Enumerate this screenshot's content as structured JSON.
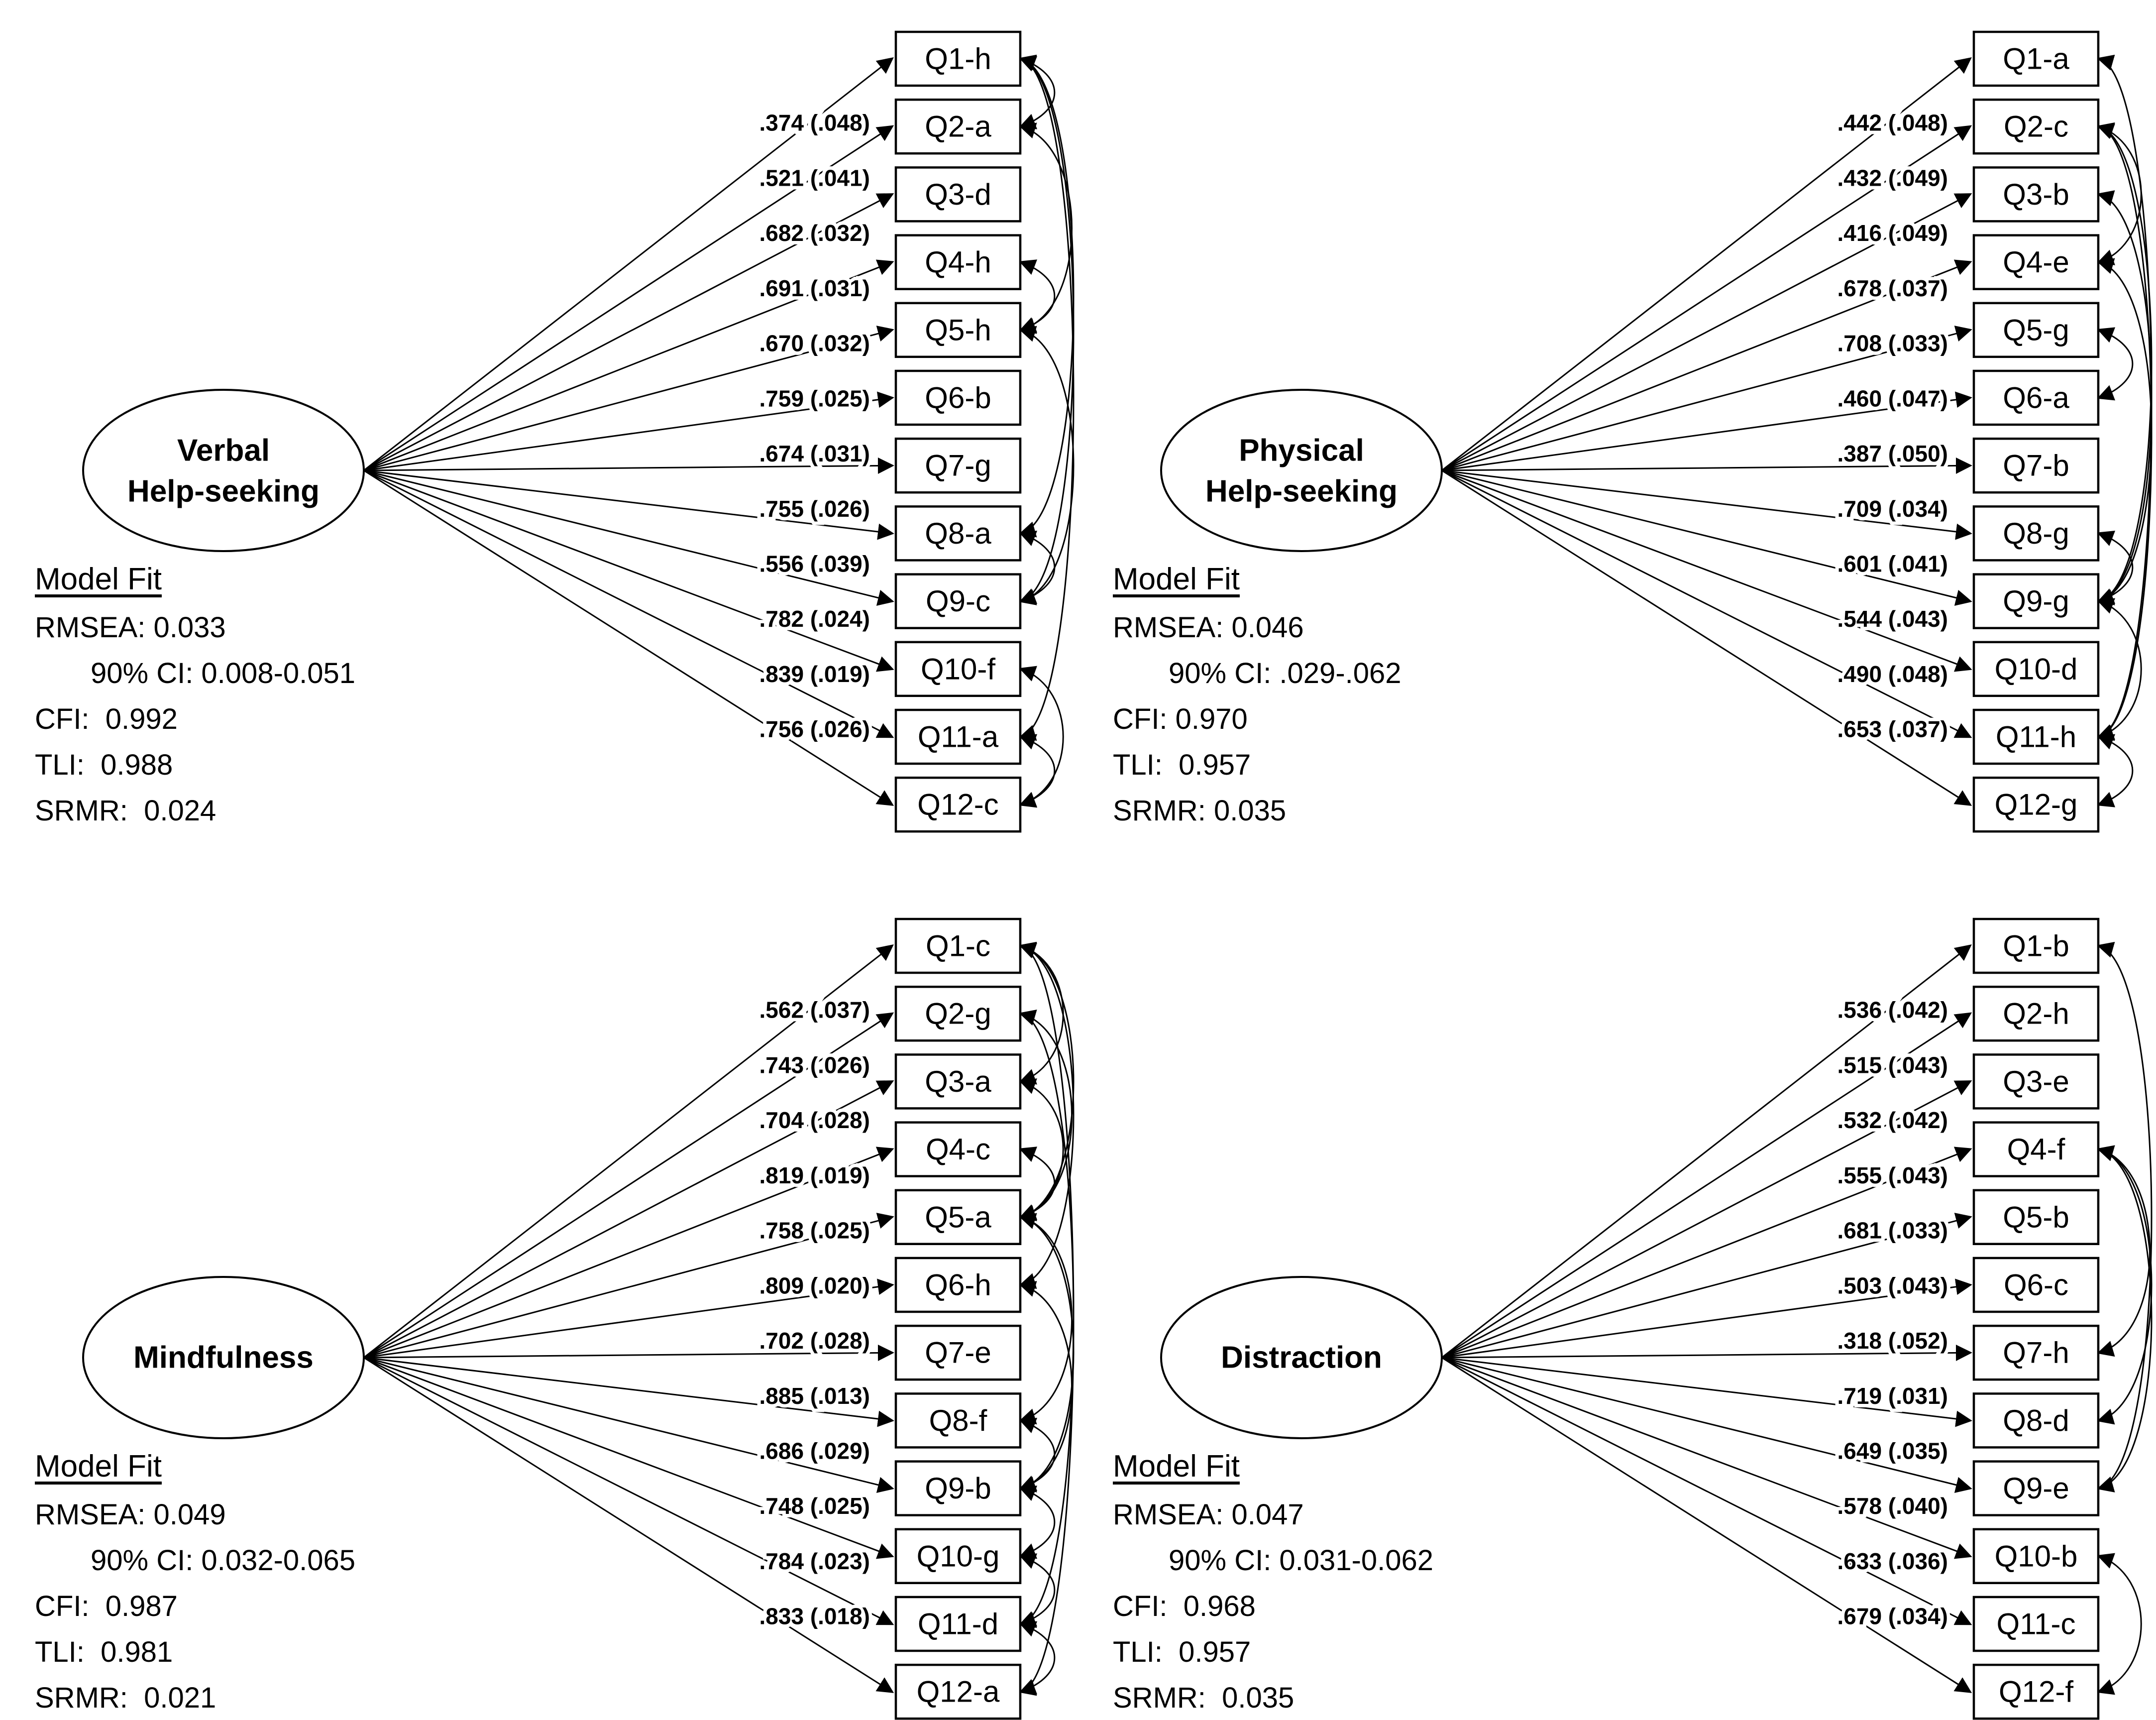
{
  "figure": {
    "background_color": "#ffffff",
    "ink_color": "#000000",
    "panel_count": 4
  },
  "models": [
    {
      "factor": "Verbal Help-seeking",
      "factor_lines": [
        "Verbal",
        "Help-seeking"
      ],
      "model_fit": {
        "title": "Model Fit",
        "rmsea": "RMSEA: 0.033",
        "ci": "90% CI: 0.008-0.051",
        "cfi": "CFI:  0.992",
        "tli": "TLI:  0.988",
        "srmr": "SRMR:  0.024"
      },
      "items": [
        {
          "label": "Q1-h",
          "loading": ".374 (.048)"
        },
        {
          "label": "Q2-a",
          "loading": ".521 (.041)"
        },
        {
          "label": "Q3-d",
          "loading": ".682 (.032)"
        },
        {
          "label": "Q4-h",
          "loading": ".691 (.031)"
        },
        {
          "label": "Q5-h",
          "loading": ".670 (.032)"
        },
        {
          "label": "Q6-b",
          "loading": ".759 (.025)"
        },
        {
          "label": "Q7-g",
          "loading": ".674 (.031)"
        },
        {
          "label": "Q8-a",
          "loading": ".755 (.026)"
        },
        {
          "label": "Q9-c",
          "loading": ".556 (.039)"
        },
        {
          "label": "Q10-f",
          "loading": ".782 (.024)"
        },
        {
          "label": "Q11-a",
          "loading": ".839 (.019)"
        },
        {
          "label": "Q12-c",
          "loading": ".756 (.026)"
        }
      ],
      "residual_arcs": [
        [
          0,
          1
        ],
        [
          1,
          4
        ],
        [
          3,
          4
        ],
        [
          0,
          7
        ],
        [
          0,
          8
        ],
        [
          4,
          8
        ],
        [
          7,
          8
        ],
        [
          0,
          10
        ],
        [
          9,
          11
        ],
        [
          10,
          11
        ]
      ]
    },
    {
      "factor": "Physical Help-seeking",
      "factor_lines": [
        "Physical",
        "Help-seeking"
      ],
      "model_fit": {
        "title": "Model Fit",
        "rmsea": "RMSEA: 0.046",
        "ci": "90% CI: .029-.062",
        "cfi": "CFI: 0.970",
        "tli": "TLI:  0.957",
        "srmr": "SRMR: 0.035"
      },
      "items": [
        {
          "label": "Q1-a",
          "loading": ".442 (.048)"
        },
        {
          "label": "Q2-c",
          "loading": ".432 (.049)"
        },
        {
          "label": "Q3-b",
          "loading": ".416 (.049)"
        },
        {
          "label": "Q4-e",
          "loading": ".678 (.037)"
        },
        {
          "label": "Q5-g",
          "loading": ".708 (.033)"
        },
        {
          "label": "Q6-a",
          "loading": ".460 (.047)"
        },
        {
          "label": "Q7-b",
          "loading": ".387 (.050)"
        },
        {
          "label": "Q8-g",
          "loading": ".709 (.034)"
        },
        {
          "label": "Q9-g",
          "loading": ".601 (.041)"
        },
        {
          "label": "Q10-d",
          "loading": ".544 (.043)"
        },
        {
          "label": "Q11-h",
          "loading": ".490 (.048)"
        },
        {
          "label": "Q12-g",
          "loading": ".653 (.037)"
        }
      ],
      "residual_arcs": [
        [
          0,
          10
        ],
        [
          1,
          3
        ],
        [
          1,
          8
        ],
        [
          2,
          8
        ],
        [
          4,
          5
        ],
        [
          3,
          8
        ],
        [
          7,
          8
        ],
        [
          1,
          10
        ],
        [
          8,
          10
        ],
        [
          10,
          11
        ]
      ]
    },
    {
      "factor": "Mindfulness",
      "factor_lines": [
        "Mindfulness"
      ],
      "model_fit": {
        "title": "Model Fit",
        "rmsea": "RMSEA: 0.049",
        "ci": "90% CI: 0.032-0.065",
        "cfi": "CFI:  0.987",
        "tli": "TLI:  0.981",
        "srmr": "SRMR:  0.021"
      },
      "items": [
        {
          "label": "Q1-c",
          "loading": ".562 (.037)"
        },
        {
          "label": "Q2-g",
          "loading": ".743 (.026)"
        },
        {
          "label": "Q3-a",
          "loading": ".704 (.028)"
        },
        {
          "label": "Q4-c",
          "loading": ".819 (.019)"
        },
        {
          "label": "Q5-a",
          "loading": ".758 (.025)"
        },
        {
          "label": "Q6-h",
          "loading": ".809 (.020)"
        },
        {
          "label": "Q7-e",
          "loading": ".702 (.028)"
        },
        {
          "label": "Q8-f",
          "loading": ".885 (.013)"
        },
        {
          "label": "Q9-b",
          "loading": ".686 (.029)"
        },
        {
          "label": "Q10-g",
          "loading": ".748 (.025)"
        },
        {
          "label": "Q11-d",
          "loading": ".784 (.023)"
        },
        {
          "label": "Q12-a",
          "loading": ".833 (.018)"
        }
      ],
      "residual_arcs": [
        [
          0,
          2
        ],
        [
          0,
          4
        ],
        [
          1,
          4
        ],
        [
          2,
          4
        ],
        [
          3,
          4
        ],
        [
          0,
          5
        ],
        [
          4,
          7
        ],
        [
          4,
          8
        ],
        [
          5,
          8
        ],
        [
          7,
          8
        ],
        [
          8,
          9
        ],
        [
          9,
          10
        ],
        [
          10,
          11
        ],
        [
          0,
          11
        ],
        [
          1,
          10
        ]
      ]
    },
    {
      "factor": "Distraction",
      "factor_lines": [
        "Distraction"
      ],
      "model_fit": {
        "title": "Model Fit",
        "rmsea": "RMSEA: 0.047",
        "ci": "90% CI: 0.031-0.062",
        "cfi": "CFI:  0.968",
        "tli": "TLI:  0.957",
        "srmr": "SRMR:  0.035"
      },
      "items": [
        {
          "label": "Q1-b",
          "loading": ".536 (.042)"
        },
        {
          "label": "Q2-h",
          "loading": ".515 (.043)"
        },
        {
          "label": "Q3-e",
          "loading": ".532 (.042)"
        },
        {
          "label": "Q4-f",
          "loading": ".555 (.043)"
        },
        {
          "label": "Q5-b",
          "loading": ".681 (.033)"
        },
        {
          "label": "Q6-c",
          "loading": ".503 (.043)"
        },
        {
          "label": "Q7-h",
          "loading": ".318 (.052)"
        },
        {
          "label": "Q8-d",
          "loading": ".719 (.031)"
        },
        {
          "label": "Q9-e",
          "loading": ".649 (.035)"
        },
        {
          "label": "Q10-b",
          "loading": ".578 (.040)"
        },
        {
          "label": "Q11-c",
          "loading": ".633 (.036)"
        },
        {
          "label": "Q12-f",
          "loading": ".679 (.034)"
        }
      ],
      "residual_arcs": [
        [
          0,
          8
        ],
        [
          3,
          6
        ],
        [
          3,
          7
        ],
        [
          3,
          8
        ],
        [
          9,
          11
        ]
      ]
    }
  ]
}
